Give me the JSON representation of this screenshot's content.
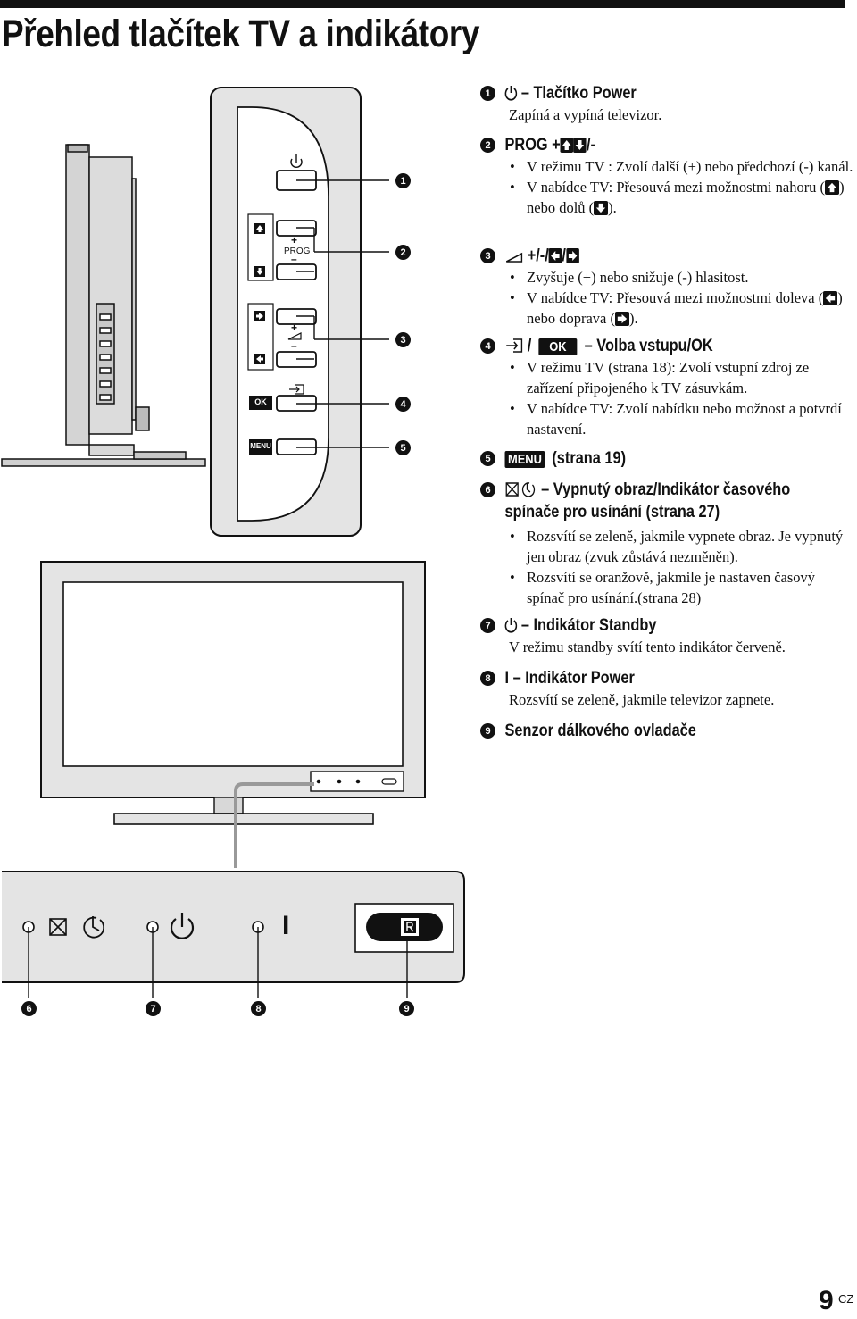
{
  "page": {
    "title": "Přehled tlačítek TV a indikátory",
    "page_number": "9",
    "page_suffix": "CZ"
  },
  "side_panel": {
    "prog_label": "PROG",
    "plus": "+",
    "minus": "–",
    "ok_label": "OK",
    "menu_label": "MENU",
    "callouts": [
      "1",
      "2",
      "3",
      "4",
      "5"
    ]
  },
  "front_panel": {
    "callouts": [
      "6",
      "7",
      "8",
      "9"
    ],
    "power_indicator_glyph": "I"
  },
  "items": [
    {
      "num": "1",
      "title": "– Tlačítko Power",
      "desc": "Zapíná a vypíná televizor."
    },
    {
      "num": "2",
      "title_a": "PROG +",
      "title_b": "/-",
      "bullets": [
        "V režimu TV : Zvolí další (+) nebo předchozí (-) kanál.",
        "V nabídce TV: Přesouvá mezi možnostmi nahoru (",
        ") nebo dolů (",
        ")."
      ]
    },
    {
      "num": "3",
      "title_a": "+/-/",
      "title_b": "/",
      "bullets": [
        "Zvyšuje (+) nebo snižuje (-) hlasitost.",
        "V nabídce TV: Přesouvá mezi možnostmi doleva (",
        ") nebo doprava (",
        ")."
      ]
    },
    {
      "num": "4",
      "title_a": "/",
      "key": "OK",
      "title_b": "– Volba vstupu/OK",
      "bullets": [
        "V režimu TV (strana 18): Zvolí vstupní zdroj ze zařízení připojeného k TV zásuvkám.",
        "V nabídce TV: Zvolí nabídku nebo možnost a potvrdí nastavení."
      ]
    },
    {
      "num": "5",
      "key": "MENU",
      "title": "(strana 19)"
    },
    {
      "num": "6",
      "title": "– Vypnutý obraz/Indikátor časového spínače pro usínání (strana 27)",
      "bullets": [
        "Rozsvítí se zeleně, jakmile vypnete obraz. Je vypnutý jen obraz (zvuk zůstává nezměněn).",
        "Rozsvítí se oranžově, jakmile je nastaven časový spínač pro usínání.(strana  28)"
      ]
    },
    {
      "num": "7",
      "title": "– Indikátor Standby",
      "desc": "V režimu standby svítí tento indikátor červeně."
    },
    {
      "num": "8",
      "title": "I – Indikátor Power",
      "desc": "Rozsvítí se zeleně, jakmile televizor zapnete."
    },
    {
      "num": "9",
      "title": "Senzor dálkového ovladače"
    }
  ]
}
